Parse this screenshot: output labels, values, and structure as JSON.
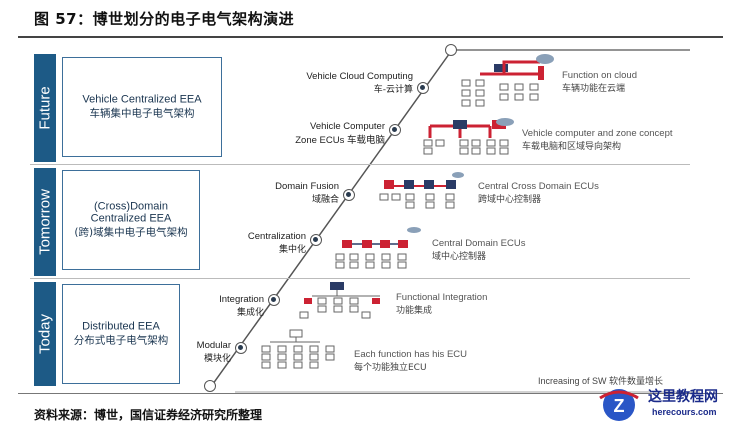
{
  "figure_title": "图 57：博世划分的电子电气架构演进",
  "bands": [
    {
      "label": "Future",
      "en": "Vehicle Centralized EEA",
      "cn": "车辆集中电子电气架构"
    },
    {
      "label": "Tomorrow",
      "en_line1": "(Cross)Domain",
      "en_line2": "Centralized EEA",
      "cn": "(跨)域集中电子电气架构"
    },
    {
      "label": "Today",
      "en": "Distributed EEA",
      "cn": "分布式电子电气架构"
    }
  ],
  "steps": [
    {
      "en": "Vehicle Cloud Computing",
      "cn": "车-云计算",
      "desc_en": "Function on cloud",
      "desc_cn": "车辆功能在云端"
    },
    {
      "en": "Vehicle Computer",
      "en2": "Zone ECUs",
      "cn": "车载电脑",
      "desc_en": "Vehicle computer and zone concept",
      "desc_cn": "车载电脑和区域导向架构"
    },
    {
      "en": "Domain Fusion",
      "cn": "域融合",
      "desc_en": "Central Cross Domain ECUs",
      "desc_cn": "跨域中心控制器"
    },
    {
      "en": "Centralization",
      "cn": "集中化",
      "desc_en": "Central Domain ECUs",
      "desc_cn": "域中心控制器"
    },
    {
      "en": "Integration",
      "cn": "集成化",
      "desc_en": "Functional Integration",
      "desc_cn": "功能集成"
    },
    {
      "en": "Modular",
      "cn": "模块化",
      "desc_en": "Each function has his ECU",
      "desc_cn": "每个功能独立ECU"
    }
  ],
  "increase_note": "Increasing of SW 软件数量增长",
  "source": "资料来源：博世，国信证券经济研究所整理",
  "watermark": {
    "cn": "这里教程网",
    "url": "herecours.com"
  },
  "colors": {
    "band": "#1d5a86",
    "ecu_red": "#cc2233",
    "ecu_navy": "#2a3b66"
  }
}
